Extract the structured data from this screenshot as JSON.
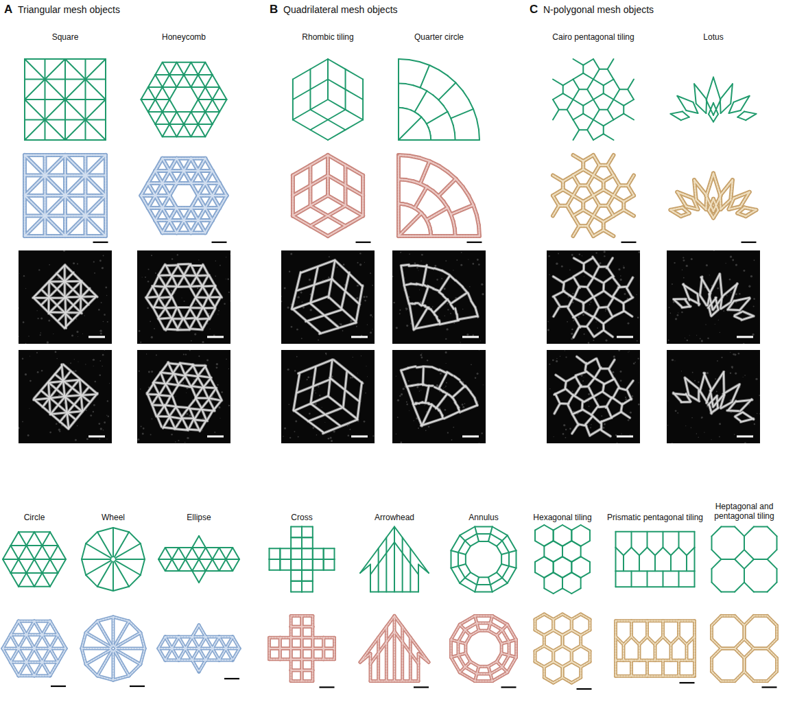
{
  "diagram": {
    "labels": [
      "A",
      "Triangular mesh objects",
      "B",
      "Quadrilateral mesh objects",
      "C",
      "N-polygonal mesh objects",
      "Square",
      "Honeycomb",
      "Rhombic tiling",
      "Quarter circle",
      "Cairo pentagonal tiling",
      "Lotus",
      "Circle",
      "Wheel",
      "Ellipse",
      "Cross",
      "Arrowhead",
      "Annulus",
      "Hexagonal tiling",
      "Prismatic pentagonal tiling",
      "Heptagonal and pentagonal tiling"
    ]
  }
}
